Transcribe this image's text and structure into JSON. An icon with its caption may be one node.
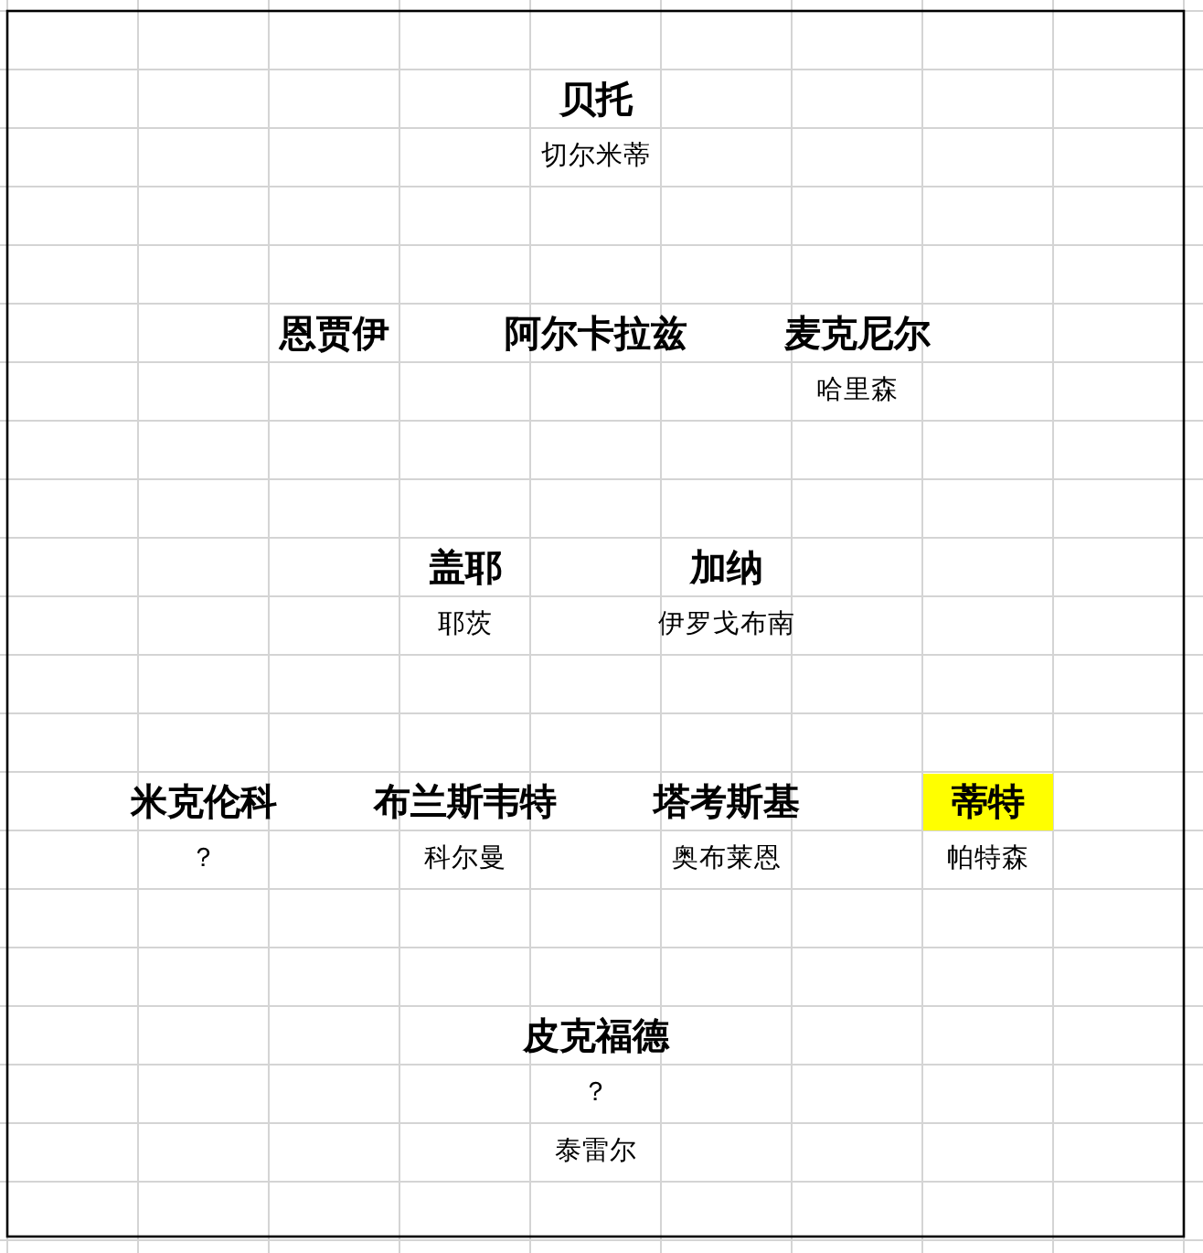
{
  "diagram": {
    "nodes": [
      {
        "text": [
          "蒂特"
        ],
        "beside": [
          "帕特森"
        ]
      }
    ],
    "labels": [
      "贝托",
      "切尔米蒂",
      "恩贾伊",
      "阿尔卡拉兹",
      "麦克尼尔",
      "哈里森",
      "盖耶",
      "加纳",
      "耶茨",
      "伊罗戈布南",
      "米克伦科",
      "布兰斯韦特",
      "塔考斯基",
      "？",
      "科尔曼",
      "奥布莱恩",
      "皮克福德",
      "？",
      "泰雷尔"
    ]
  }
}
